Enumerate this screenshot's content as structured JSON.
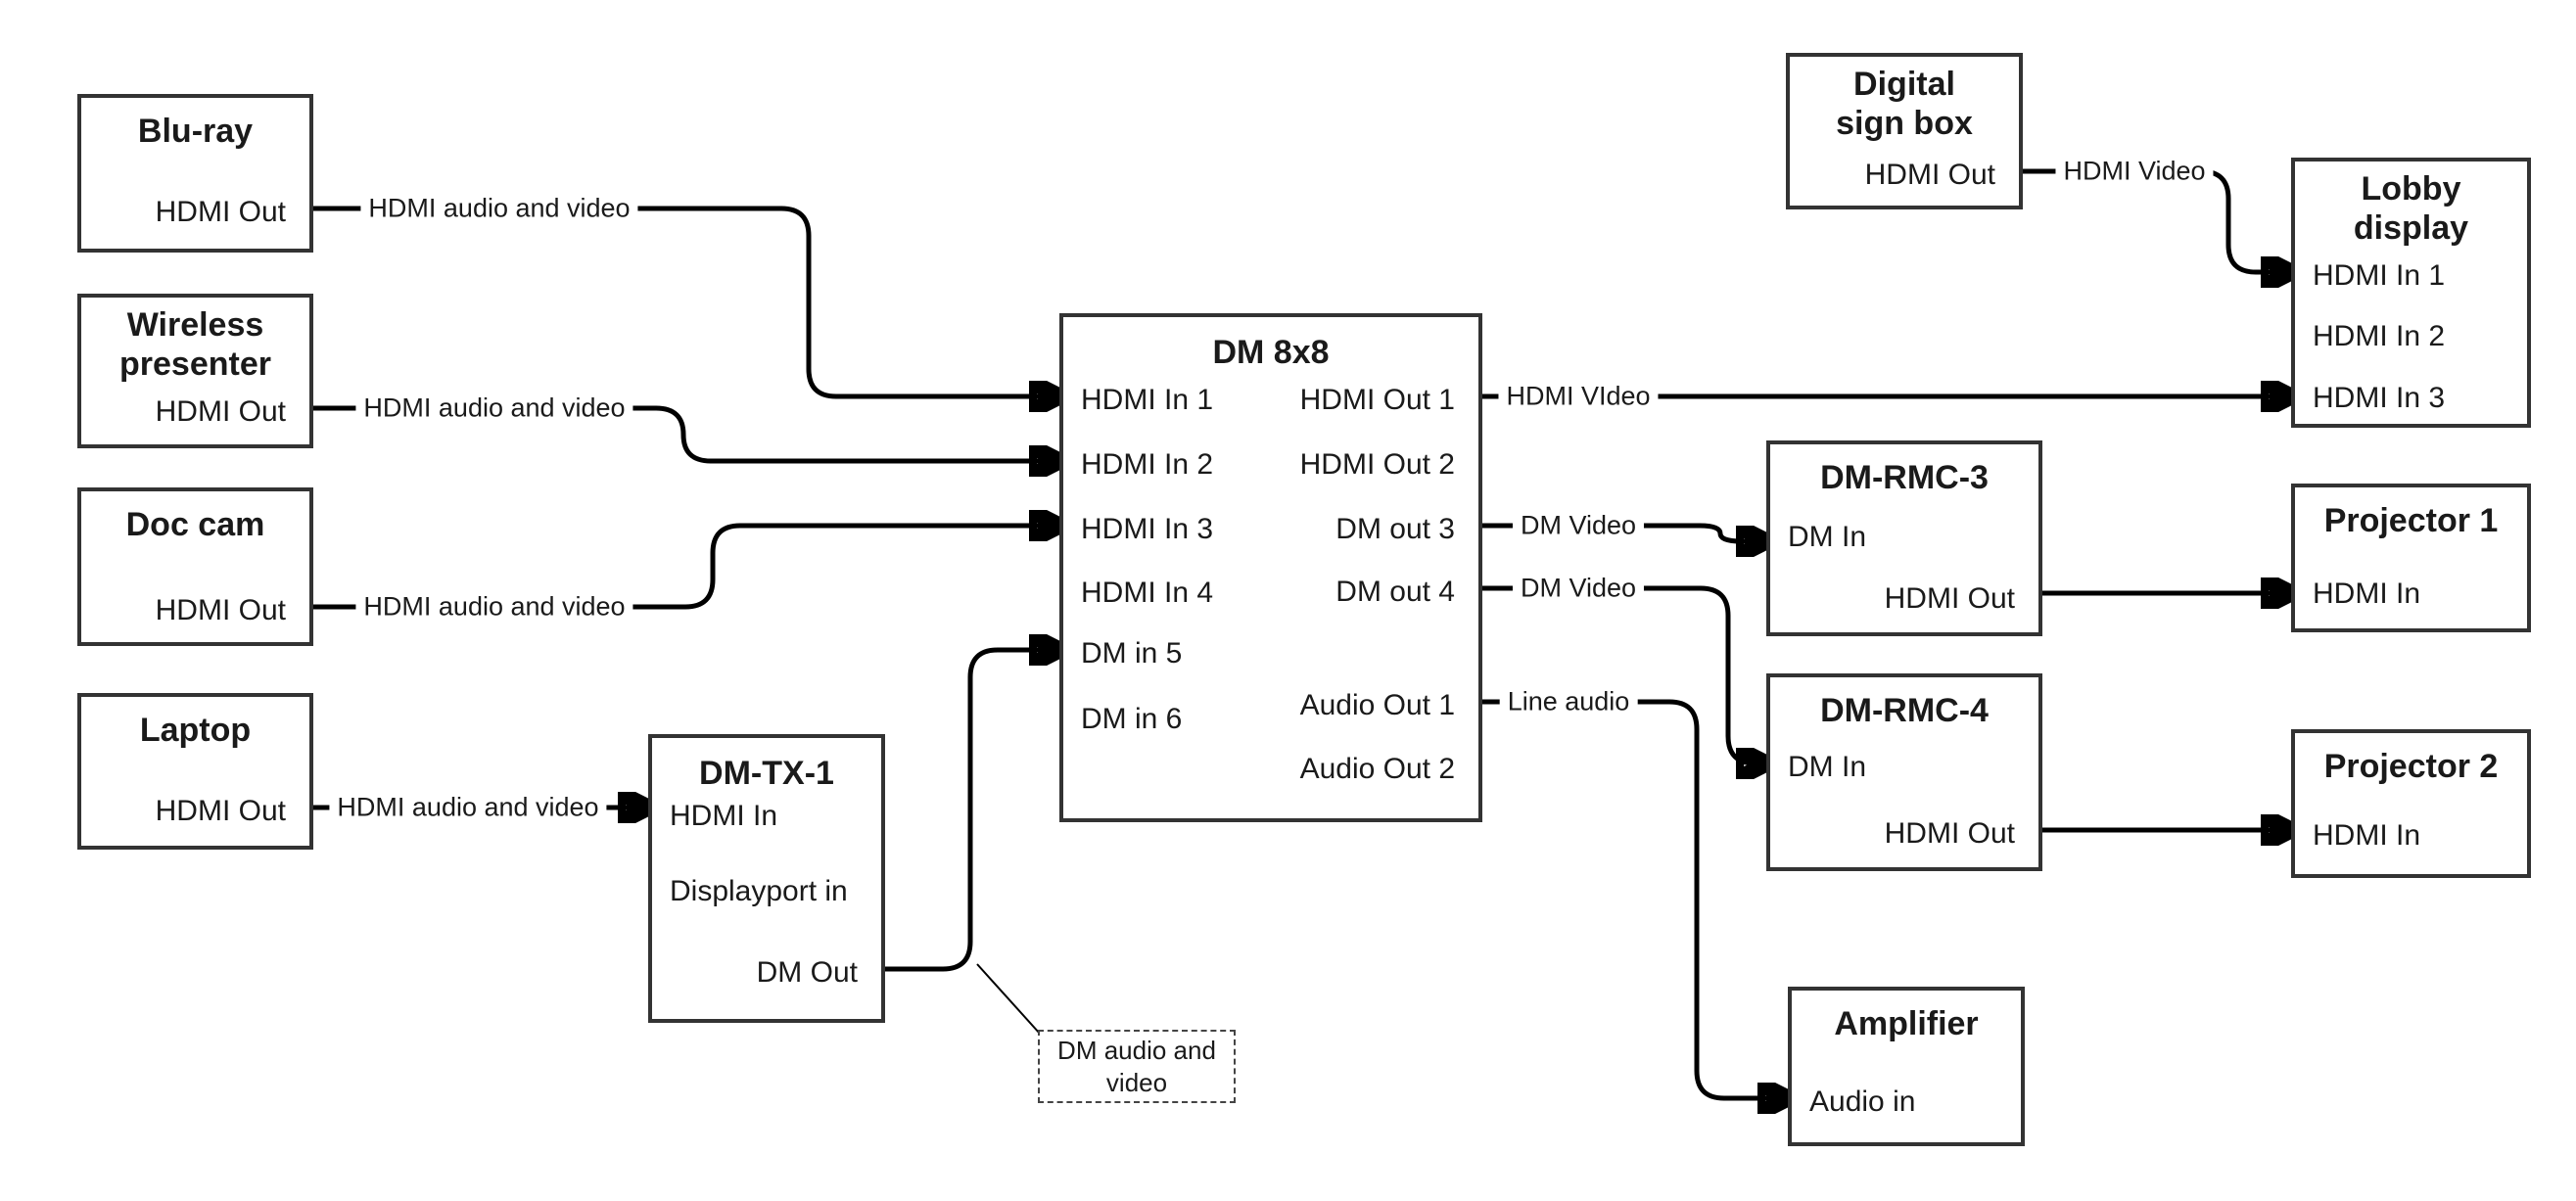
{
  "boxes": {
    "bluray": {
      "title": "Blu-ray",
      "port_out": "HDMI Out"
    },
    "wireless_presenter": {
      "title": "Wireless presenter",
      "port_out": "HDMI Out"
    },
    "doc_cam": {
      "title": "Doc cam",
      "port_out": "HDMI Out"
    },
    "laptop": {
      "title": "Laptop",
      "port_out": "HDMI Out"
    },
    "dm_tx1": {
      "title": "DM-TX-1",
      "port_hdmi_in": "HDMI In",
      "port_dp_in": "Displayport in",
      "port_dm_out": "DM Out"
    },
    "dm_8x8": {
      "title": "DM 8x8",
      "ports_left": [
        "HDMI In 1",
        "HDMI In 2",
        "HDMI In 3",
        "HDMI In 4",
        "DM in 5",
        "DM in 6"
      ],
      "ports_right": [
        "HDMI Out 1",
        "HDMI Out 2",
        "DM out 3",
        "DM out 4",
        "Audio Out 1",
        "Audio Out 2"
      ]
    },
    "digital_sign_box": {
      "title": "Digital sign box",
      "port_out": "HDMI Out"
    },
    "lobby_display": {
      "title": "Lobby display",
      "ports": [
        "HDMI In 1",
        "HDMI In 2",
        "HDMI In 3"
      ]
    },
    "dm_rmc3": {
      "title": "DM-RMC-3",
      "port_dm_in": "DM In",
      "port_hdmi_out": "HDMI Out"
    },
    "dm_rmc4": {
      "title": "DM-RMC-4",
      "port_dm_in": "DM In",
      "port_hdmi_out": "HDMI Out"
    },
    "projector1": {
      "title": "Projector 1",
      "port_in": "HDMI In"
    },
    "projector2": {
      "title": "Projector 2",
      "port_in": "HDMI In"
    },
    "amplifier": {
      "title": "Amplifier",
      "port_in": "Audio in"
    }
  },
  "connection_labels": {
    "bluray_av": "HDMI audio and video",
    "wireless_av": "HDMI audio and video",
    "doccam_av": "HDMI audio and video",
    "laptop_av": "HDMI audio and video",
    "matrix_hdmi_out1": "HDMI VIdeo",
    "signbox_video": "HDMI Video",
    "dm_out3": "DM Video",
    "dm_out4": "DM Video",
    "audio_out1": "Line audio"
  },
  "note": {
    "text": "DM audio and video"
  },
  "colors": {
    "line": "#000000",
    "box_border": "#333333",
    "background": "#ffffff"
  }
}
